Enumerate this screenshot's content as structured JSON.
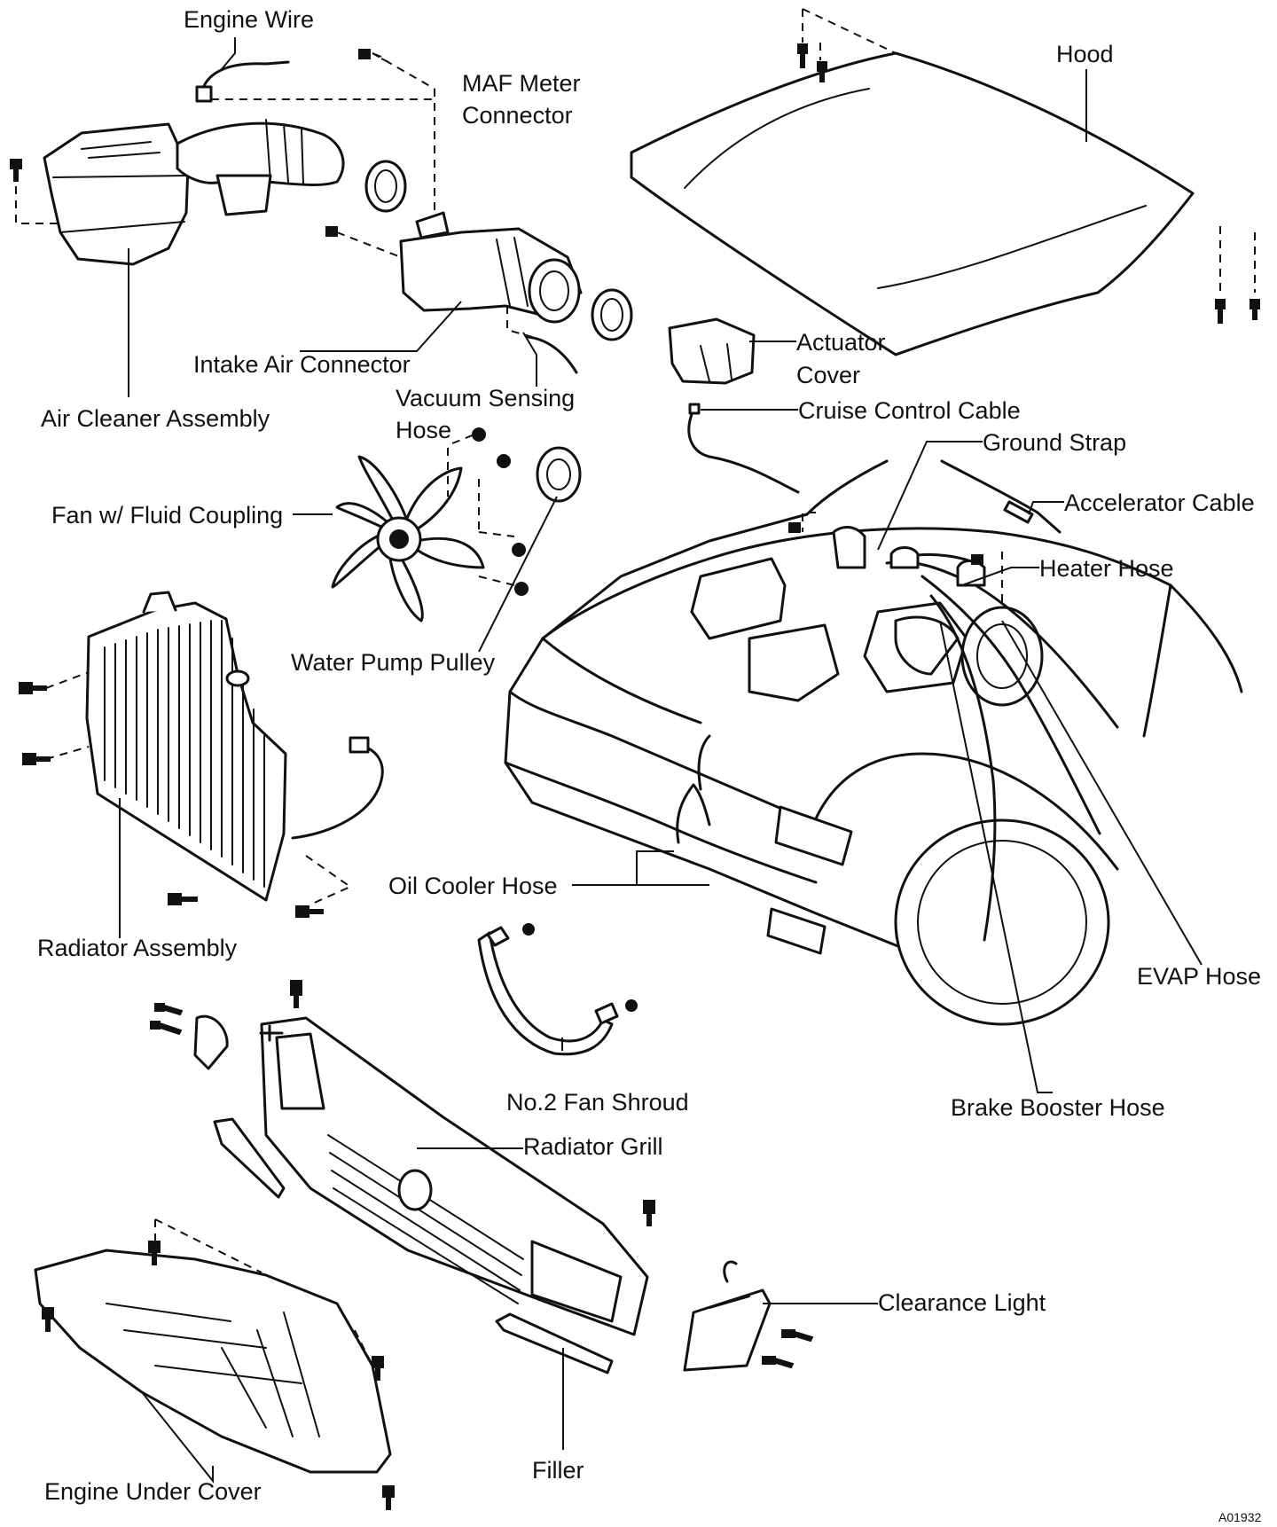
{
  "labels": {
    "engine_wire": "Engine Wire",
    "maf_meter_connector_1": "MAF Meter",
    "maf_meter_connector_2": "Connector",
    "hood": "Hood",
    "intake_air_connector": "Intake Air Connector",
    "air_cleaner_assembly": "Air Cleaner Assembly",
    "vacuum_sensing_hose_1": "Vacuum Sensing",
    "vacuum_sensing_hose_2": "Hose",
    "actuator_cover_1": "Actuator",
    "actuator_cover_2": "Cover",
    "cruise_control_cable": "Cruise Control Cable",
    "ground_strap": "Ground Strap",
    "accelerator_cable": "Accelerator Cable",
    "fan_fluid_coupling": "Fan w/ Fluid Coupling",
    "heater_hose": "Heater Hose",
    "water_pump_pulley": "Water Pump Pulley",
    "radiator_assembly": "Radiator Assembly",
    "oil_cooler_hose": "Oil Cooler Hose",
    "evap_hose": "EVAP Hose",
    "no2_fan_shroud": "No.2 Fan Shroud",
    "brake_booster_hose": "Brake Booster Hose",
    "radiator_grill": "Radiator Grill",
    "clearance_light": "Clearance Light",
    "filler": "Filler",
    "engine_under_cover": "Engine Under Cover"
  },
  "figure_code": "A01932"
}
